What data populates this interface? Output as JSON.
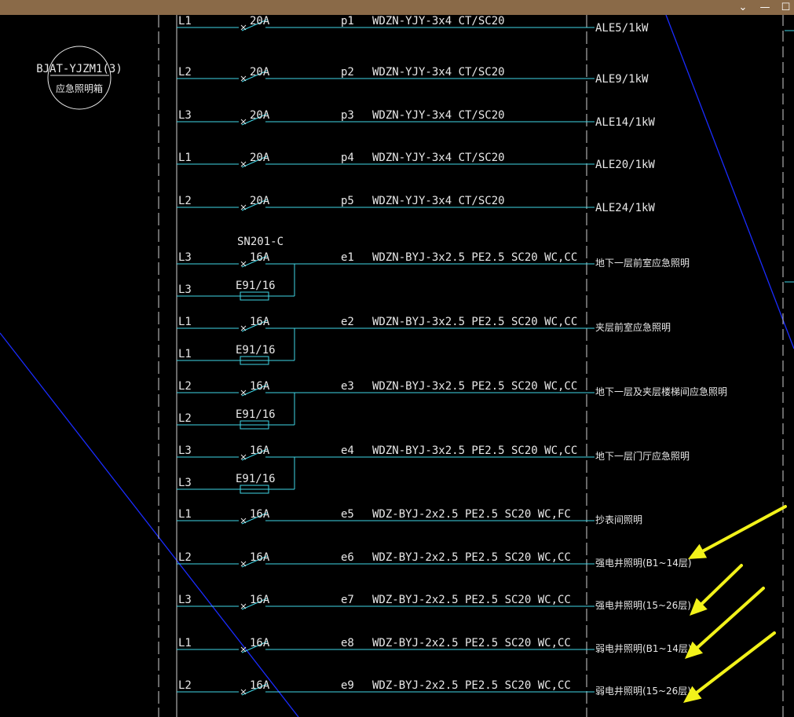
{
  "window": {
    "chevron_glyph": "⌄",
    "minimize_glyph": "—",
    "maximize_glyph": "☐"
  },
  "panel_label": {
    "code": "BJAT-YJZM1(3)",
    "name": "应急照明箱"
  },
  "header_partial": "SN201-C",
  "circuits": [
    {
      "phase": "L1",
      "breaker_model": "",
      "breaker": "20A",
      "fuse_phase": "",
      "fuse": "",
      "id": "p1",
      "cable": "WDZN-YJY-3x4 CT/SC20",
      "load": "ALE5/1kW"
    },
    {
      "phase": "L2",
      "breaker_model": "",
      "breaker": "20A",
      "fuse_phase": "",
      "fuse": "",
      "id": "p2",
      "cable": "WDZN-YJY-3x4 CT/SC20",
      "load": "ALE9/1kW"
    },
    {
      "phase": "L3",
      "breaker_model": "",
      "breaker": "20A",
      "fuse_phase": "",
      "fuse": "",
      "id": "p3",
      "cable": "WDZN-YJY-3x4 CT/SC20",
      "load": "ALE14/1kW"
    },
    {
      "phase": "L1",
      "breaker_model": "",
      "breaker": "20A",
      "fuse_phase": "",
      "fuse": "",
      "id": "p4",
      "cable": "WDZN-YJY-3x4 CT/SC20",
      "load": "ALE20/1kW"
    },
    {
      "phase": "L2",
      "breaker_model": "",
      "breaker": "20A",
      "fuse_phase": "",
      "fuse": "",
      "id": "p5",
      "cable": "WDZN-YJY-3x4 CT/SC20",
      "load": "ALE24/1kW"
    },
    {
      "phase": "L3",
      "breaker_model": "SN201-C",
      "breaker": "16A",
      "fuse_phase": "L3",
      "fuse": "E91/16",
      "id": "e1",
      "cable": "WDZN-BYJ-3x2.5 PE2.5 SC20 WC,CC",
      "load": "地下一层前室应急照明"
    },
    {
      "phase": "L1",
      "breaker_model": "",
      "breaker": "16A",
      "fuse_phase": "L1",
      "fuse": "E91/16",
      "id": "e2",
      "cable": "WDZN-BYJ-3x2.5 PE2.5 SC20 WC,CC",
      "load": "夹层前室应急照明"
    },
    {
      "phase": "L2",
      "breaker_model": "",
      "breaker": "16A",
      "fuse_phase": "L2",
      "fuse": "E91/16",
      "id": "e3",
      "cable": "WDZN-BYJ-3x2.5 PE2.5 SC20 WC,CC",
      "load": "地下一层及夹层楼梯间应急照明"
    },
    {
      "phase": "L3",
      "breaker_model": "",
      "breaker": "16A",
      "fuse_phase": "L3",
      "fuse": "E91/16",
      "id": "e4",
      "cable": "WDZN-BYJ-3x2.5 PE2.5 SC20 WC,CC",
      "load": "地下一层门厅应急照明"
    },
    {
      "phase": "L1",
      "breaker_model": "",
      "breaker": "16A",
      "fuse_phase": "",
      "fuse": "",
      "id": "e5",
      "cable": "WDZ-BYJ-2x2.5 PE2.5 SC20 WC,FC",
      "load": "抄表间照明"
    },
    {
      "phase": "L2",
      "breaker_model": "",
      "breaker": "16A",
      "fuse_phase": "",
      "fuse": "",
      "id": "e6",
      "cable": "WDZ-BYJ-2x2.5 PE2.5 SC20 WC,CC",
      "load": "强电井照明(B1~14层)"
    },
    {
      "phase": "L3",
      "breaker_model": "",
      "breaker": "16A",
      "fuse_phase": "",
      "fuse": "",
      "id": "e7",
      "cable": "WDZ-BYJ-2x2.5 PE2.5 SC20 WC,CC",
      "load": "强电井照明(15~26层)"
    },
    {
      "phase": "L1",
      "breaker_model": "",
      "breaker": "16A",
      "fuse_phase": "",
      "fuse": "",
      "id": "e8",
      "cable": "WDZ-BYJ-2x2.5 PE2.5 SC20 WC,CC",
      "load": "弱电井照明(B1~14层)"
    },
    {
      "phase": "L2",
      "breaker_model": "",
      "breaker": "16A",
      "fuse_phase": "",
      "fuse": "",
      "id": "e9",
      "cable": "WDZ-BYJ-2x2.5 PE2.5 SC20 WC,CC",
      "load": "弱电井照明(15~26层)"
    }
  ],
  "colors": {
    "background": "#000000",
    "wire": "#3fd6e6",
    "text": "#e8e8e8",
    "dashed_bus": "#cfcfcf",
    "guide_line": "#1a2cff",
    "arrow": "#f2f21a",
    "titlebar": "#8a6a48"
  }
}
